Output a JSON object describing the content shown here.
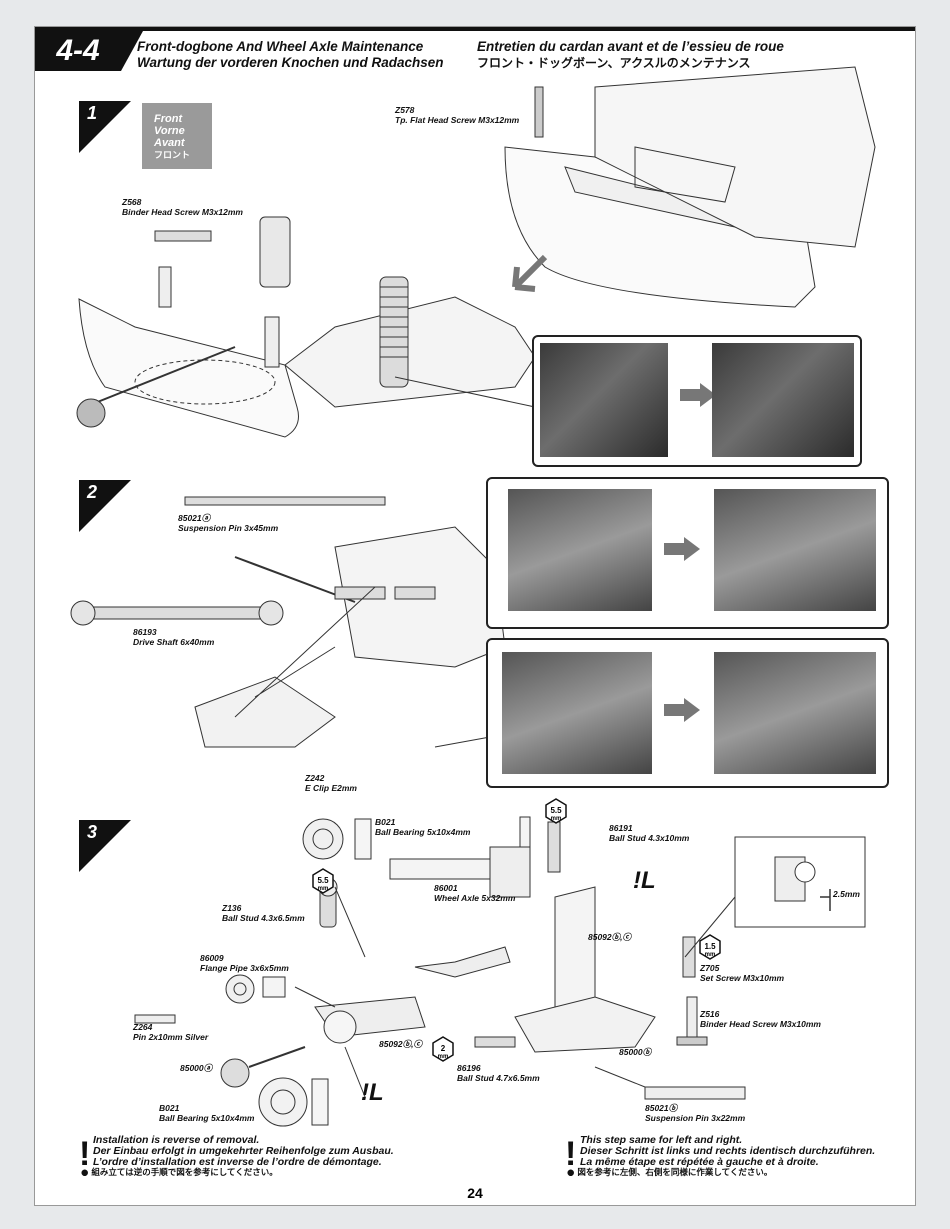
{
  "section": {
    "number": "4-4",
    "title_en": "Front-dogbone And Wheel Axle Maintenance",
    "title_de": "Wartung der vorderen Knochen und Radachsen",
    "title_fr": "Entretien du cardan avant et de l’essieu de roue",
    "title_jp": "フロント・ドッグボーン、アクスルのメンテナンス"
  },
  "steps": [
    "1",
    "2",
    "3"
  ],
  "front_box": [
    "Front",
    "Vorne",
    "Avant",
    "フロント"
  ],
  "parts": {
    "z578": {
      "code": "Z578",
      "name": "Tp. Flat Head Screw M3x12mm"
    },
    "z568": {
      "code": "Z568",
      "name": "Binder Head Screw M3x12mm"
    },
    "p85021a": {
      "code": "85021ⓐ",
      "name": "Suspension Pin 3x45mm"
    },
    "p86193": {
      "code": "86193",
      "name": "Drive Shaft 6x40mm"
    },
    "z242": {
      "code": "Z242",
      "name": "E Clip E2mm"
    },
    "b021_top": {
      "code": "B021",
      "name": "Ball Bearing 5x10x4mm"
    },
    "p86191": {
      "code": "86191",
      "name": "Ball Stud 4.3x10mm"
    },
    "p86001": {
      "code": "86001",
      "name": "Wheel Axle 5x32mm"
    },
    "z136": {
      "code": "Z136",
      "name": "Ball Stud 4.3x6.5mm"
    },
    "p86009": {
      "code": "86009",
      "name": "Flange Pipe 3x6x5mm"
    },
    "z264": {
      "code": "Z264",
      "name": "Pin 2x10mm Silver"
    },
    "z705": {
      "code": "Z705",
      "name": "Set Screw M3x10mm"
    },
    "z516": {
      "code": "Z516",
      "name": "Binder Head Screw M3x10mm"
    },
    "p86196": {
      "code": "86196",
      "name": "Ball Stud 4.7x6.5mm"
    },
    "b021_bot": {
      "code": "B021",
      "name": "Ball Bearing 5x10x4mm"
    },
    "p85021b": {
      "code": "85021ⓑ",
      "name": "Suspension Pin 3x22mm"
    },
    "ref_85092_top": "85092ⓑ,ⓒ",
    "ref_85092_mid": "85092ⓑ,ⓒ",
    "ref_85000_a": "85000ⓐ",
    "ref_85000_b": "85000ⓑ",
    "hex_55_a": "5.5",
    "hex_55_b": "5.5",
    "hex_15": "1.5",
    "hex_2": "2",
    "hex_unit": "mm",
    "gap": "2.5mm",
    "mark_L": "!L"
  },
  "notes": {
    "left": [
      "Installation is reverse of removal.",
      "Der Einbau erfolgt in umgekehrter Reihenfolge zum Ausbau.",
      "L’ordre d’installation est inverse de l’ordre de démontage."
    ],
    "left_jp": "● 組み立ては逆の手順で図を参考にしてください。",
    "right": [
      "This step same for left and right.",
      "Dieser Schritt ist links und rechts identisch durchzuführen.",
      "La même étape est répétée à gauche et à droite."
    ],
    "right_jp": "● 図を参考に左側、右側を同様に作業してください。"
  },
  "page_number": "24"
}
